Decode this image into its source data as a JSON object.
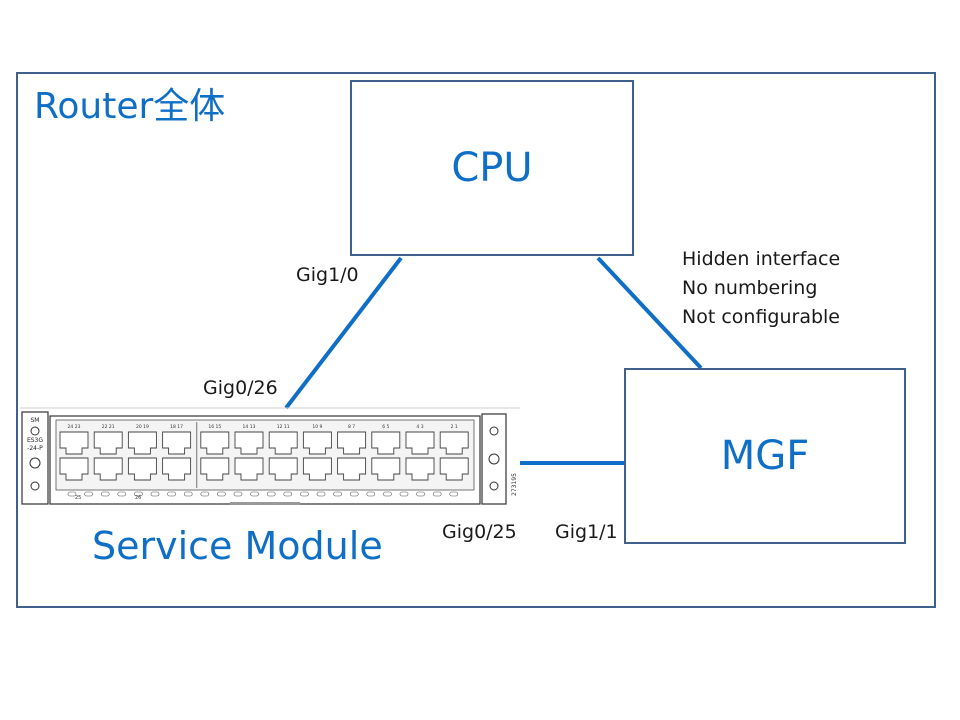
{
  "router": {
    "title": "Router全体"
  },
  "nodes": {
    "cpu": {
      "label": "CPU"
    },
    "mgf": {
      "label": "MGF"
    },
    "service_module": {
      "label": "Service Module"
    }
  },
  "interfaces": {
    "gig1_0": "Gig1/0",
    "gig0_26": "Gig0/26",
    "gig0_25": "Gig0/25",
    "gig1_1": "Gig1/1"
  },
  "hidden_link_note": [
    "Hidden interface",
    "No numbering",
    "Not configurable"
  ],
  "module_image": {
    "text_panel_label": "SM",
    "text_model_top": "ES3G",
    "text_model_bottom": "-24-P",
    "text_figure_id": "273195",
    "port_numbers_upper": [
      "24",
      "22",
      "20",
      "18",
      "16",
      "14",
      "12",
      "10",
      "8",
      "6",
      "4",
      "2"
    ],
    "port_numbers_lower": [
      "23",
      "21",
      "19",
      "17",
      "15",
      "13",
      "11",
      "9",
      "7",
      "5",
      "3",
      "1"
    ],
    "led_labels": [
      "25",
      "26"
    ]
  },
  "colors": {
    "accent": "#0f6fc6",
    "frame": "#3f5f8c",
    "link": "#0f6fc6"
  }
}
